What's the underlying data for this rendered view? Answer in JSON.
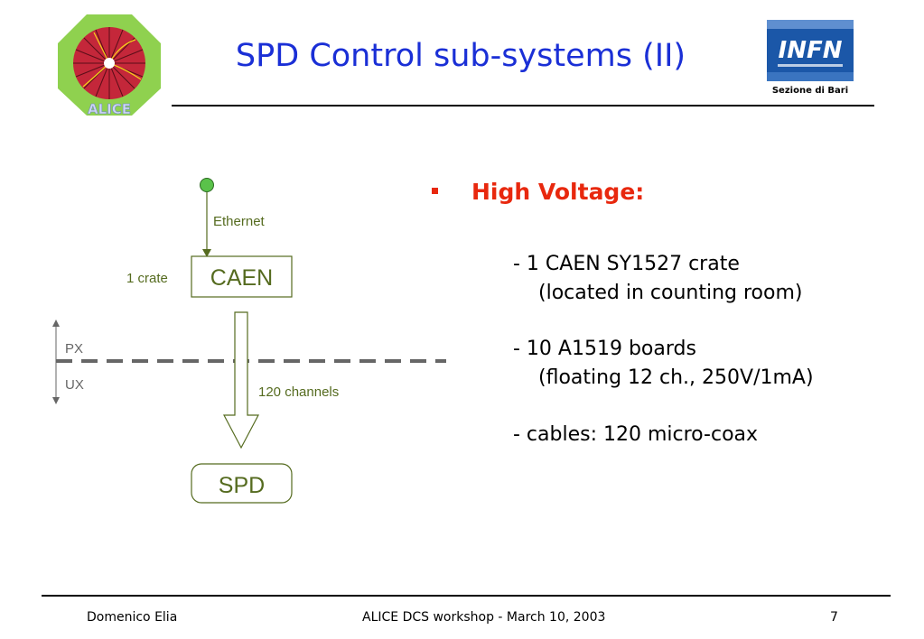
{
  "header": {
    "title": "SPD Control sub-systems (II)",
    "logo_left_text": "ALICE",
    "logo_right_text": "INFN",
    "logo_right_caption": "Sezione di Bari"
  },
  "diagram": {
    "ethernet_label": "Ethernet",
    "crate_count_label": "1 crate",
    "caen_box_label": "CAEN",
    "px_label": "PX",
    "ux_label": "UX",
    "channels_label": "120 channels",
    "spd_box_label": "SPD"
  },
  "content": {
    "heading": "High Voltage:",
    "items": [
      {
        "line1": "-  1 CAEN SY1527 crate",
        "line2": "(located in counting room)"
      },
      {
        "line1": "-  10 A1519 boards",
        "line2": "(floating 12 ch., 250V/1mA)"
      },
      {
        "line1": "-  cables: 120 micro-coax",
        "line2": ""
      }
    ]
  },
  "footer": {
    "author": "Domenico Elia",
    "event": "ALICE DCS workshop - March 10, 2003",
    "page_number": "7"
  },
  "colors": {
    "title": "#1a2fd6",
    "heading": "#e8280e",
    "diagram_text": "#556b1f",
    "diagram_green": "#5ac24a",
    "dash": "#666666"
  }
}
